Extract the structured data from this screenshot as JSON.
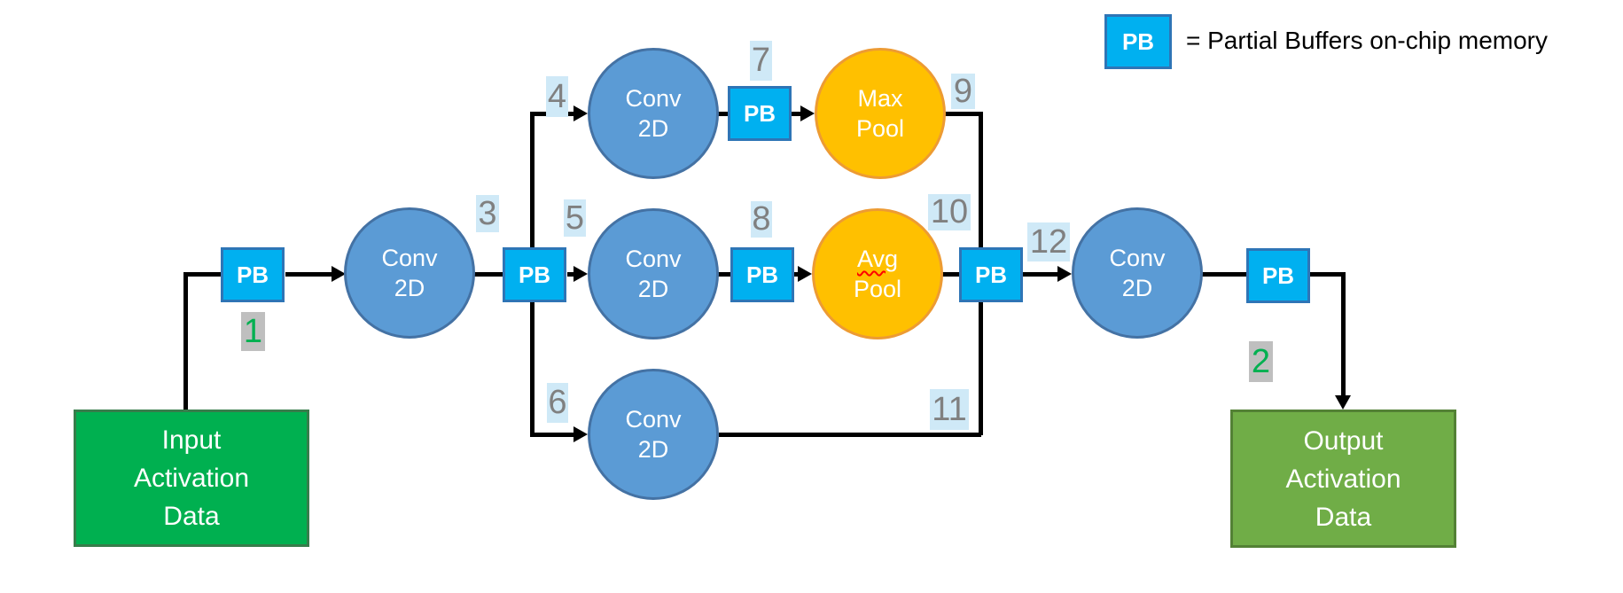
{
  "legend": {
    "pb": "PB",
    "text": "= Partial Buffers on-chip memory"
  },
  "pb": "PB",
  "nodes": {
    "input": {
      "text": "Input\nActivation\nData"
    },
    "output": {
      "text": "Output\nActivation\nData"
    },
    "conv": {
      "line1": "Conv",
      "line2": "2D"
    },
    "max_pool": {
      "line1": "Max",
      "line2": "Pool"
    },
    "avg_pool": {
      "line1": "Avg",
      "line2": "Pool"
    }
  },
  "steps": {
    "s1": "1",
    "s2": "2",
    "s3": "3",
    "s4": "4",
    "s5": "5",
    "s6": "6",
    "s7": "7",
    "s8": "8",
    "s9": "9",
    "s10": "10",
    "s11": "11",
    "s12": "12"
  },
  "colors": {
    "pb_fill": "#00B0F0",
    "pb_border": "#2E75B6",
    "conv_fill": "#5B9BD5",
    "conv_border": "#4472A4",
    "pool_fill": "#FFC000",
    "pool_border": "#ED9B33",
    "input_fill": "#00B050",
    "output_fill": "#70AD47",
    "step_badge_bg": "#CFE9F7",
    "step_badge_text": "#808080",
    "io_step_bg": "#BFBFBF",
    "io_step_text": "#00B050",
    "line": "#000000"
  }
}
